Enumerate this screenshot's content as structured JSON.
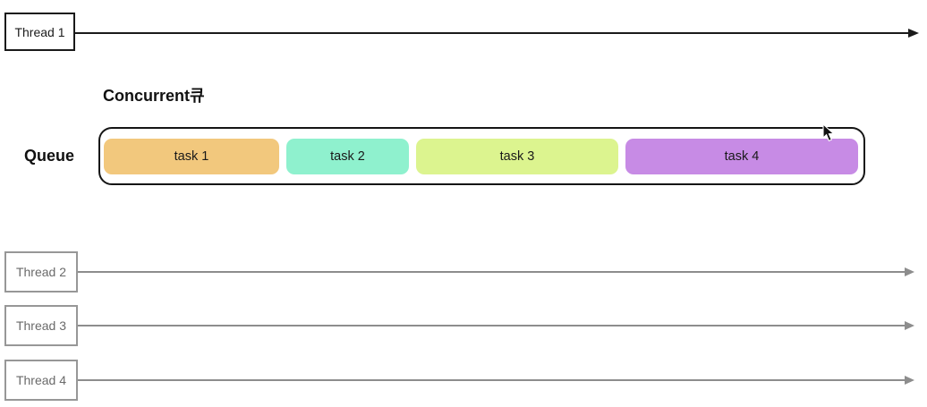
{
  "title": "Concurrent큐",
  "queue": {
    "label": "Queue",
    "tasks": [
      {
        "label": "task 1",
        "color": "#f2c87d"
      },
      {
        "label": "task 2",
        "color": "#8ff1ce"
      },
      {
        "label": "task 3",
        "color": "#dcf48f"
      },
      {
        "label": "task 4",
        "color": "#c78be5"
      }
    ]
  },
  "threads": [
    {
      "label": "Thread 1"
    },
    {
      "label": "Thread 2"
    },
    {
      "label": "Thread 3"
    },
    {
      "label": "Thread 4"
    }
  ],
  "colors": {
    "primary_line": "#1a1a1a",
    "secondary_line": "#8d8d8d",
    "secondary_border": "#979797",
    "secondary_text": "#6a6a6a",
    "background": "#ffffff"
  },
  "icons": {
    "cursor": "mouse-pointer-arrow"
  }
}
